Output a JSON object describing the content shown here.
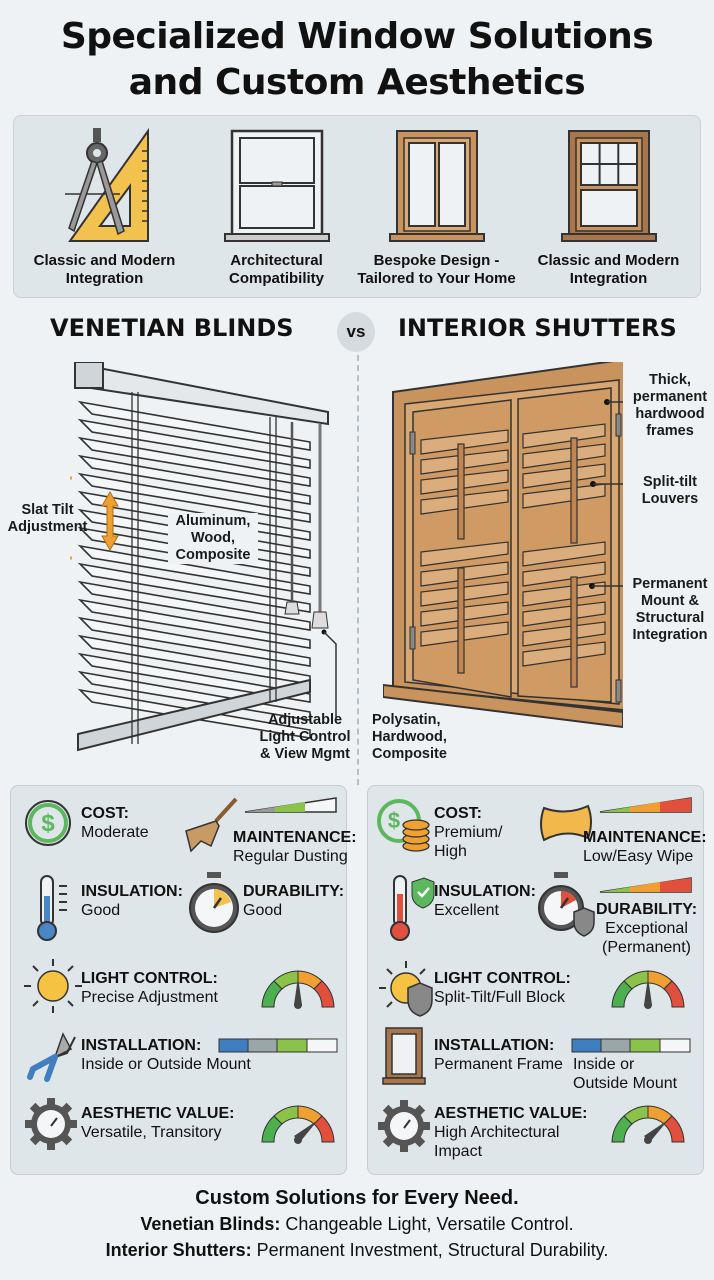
{
  "title": "Specialized Window Solutions and Custom Aesthetics",
  "title_lines": [
    "Specialized Window Solutions",
    "and Custom Aesthetics"
  ],
  "features": [
    {
      "icon": "compass-triangle-icon",
      "label_lines": [
        "Classic and Modern",
        "Integration"
      ]
    },
    {
      "icon": "sash-window-icon",
      "label_lines": [
        "Architectural",
        "Compatibility"
      ]
    },
    {
      "icon": "wood-casement-window-icon",
      "label_lines": [
        "Bespoke Design -",
        "Tailored to Your Home"
      ]
    },
    {
      "icon": "wood-grid-window-icon",
      "label_lines": [
        "Classic and Modern",
        "Integration"
      ]
    }
  ],
  "comparison": {
    "left_title": "VENETIAN BLINDS",
    "vs": "vs",
    "right_title": "INTERIOR SHUTTERS"
  },
  "blinds_callouts": {
    "tilt": [
      "Slat Tilt",
      "Adjustment"
    ],
    "materials": [
      "Aluminum,",
      "Wood,",
      "Composite"
    ],
    "light": [
      "Adjustable",
      "Light Control",
      "& View Mgmt"
    ]
  },
  "shutters_callouts": {
    "frames": [
      "Thick,",
      "permanent",
      "hardwood",
      "frames"
    ],
    "louvers": [
      "Split-tilt",
      "Louvers"
    ],
    "mount": [
      "Permanent",
      "Mount &",
      "Structural",
      "Integration"
    ],
    "materials": [
      "Polysatin,",
      "Hardwood,",
      "Composite"
    ]
  },
  "blinds_specs": {
    "cost": {
      "label": "COST:",
      "value": "Moderate"
    },
    "maintenance": {
      "label": "MAINTENANCE:",
      "value": "Regular Dusting"
    },
    "insulation": {
      "label": "INSULATION:",
      "value": "Good"
    },
    "durability": {
      "label": "DURABILITY:",
      "value": "Good"
    },
    "light": {
      "label": "LIGHT CONTROL:",
      "value": "Precise Adjustment"
    },
    "installation": {
      "label": "INSTALLATION:",
      "value": "Inside or Outside Mount"
    },
    "aesthetic": {
      "label": "AESTHETIC VALUE:",
      "value": "Versatile, Transitory"
    }
  },
  "shutters_specs": {
    "cost": {
      "label": "COST:",
      "value_lines": [
        "Premium/",
        "High"
      ]
    },
    "maintenance": {
      "label": "MAINTENANCE:",
      "value": "Low/Easy Wipe"
    },
    "insulation": {
      "label": "INSULATION:",
      "value": "Excellent"
    },
    "durability": {
      "label": "DURABILITY:",
      "value_lines": [
        "Exceptional",
        "(Permanent)"
      ]
    },
    "light": {
      "label": "LIGHT CONTROL:",
      "value": "Split-Tilt/Full Block"
    },
    "installation": {
      "label": "INSTALLATION:",
      "value": "Permanent Frame",
      "value2_lines": [
        "Inside or",
        "Outside Mount"
      ]
    },
    "aesthetic": {
      "label": "AESTHETIC VALUE:",
      "value_lines": [
        "High Architectural",
        "Impact"
      ]
    }
  },
  "footer": {
    "headline": "Custom Solutions for Every Need.",
    "blinds_label": "Venetian Blinds:",
    "blinds_text": "Changeable Light, Versatile Control.",
    "shutters_label": "Interior Shutters:",
    "shutters_text": "Permanent Investment, Structural Durability."
  },
  "colors": {
    "background": "#eef2f4",
    "panel": "#dfe6ea",
    "wood": "#c8935c",
    "gauge_green": "#4caf50",
    "gauge_lime": "#8bc34a",
    "gauge_orange": "#f0a030",
    "gauge_red": "#e0503c",
    "bar_blue": "#3f7fc0"
  }
}
